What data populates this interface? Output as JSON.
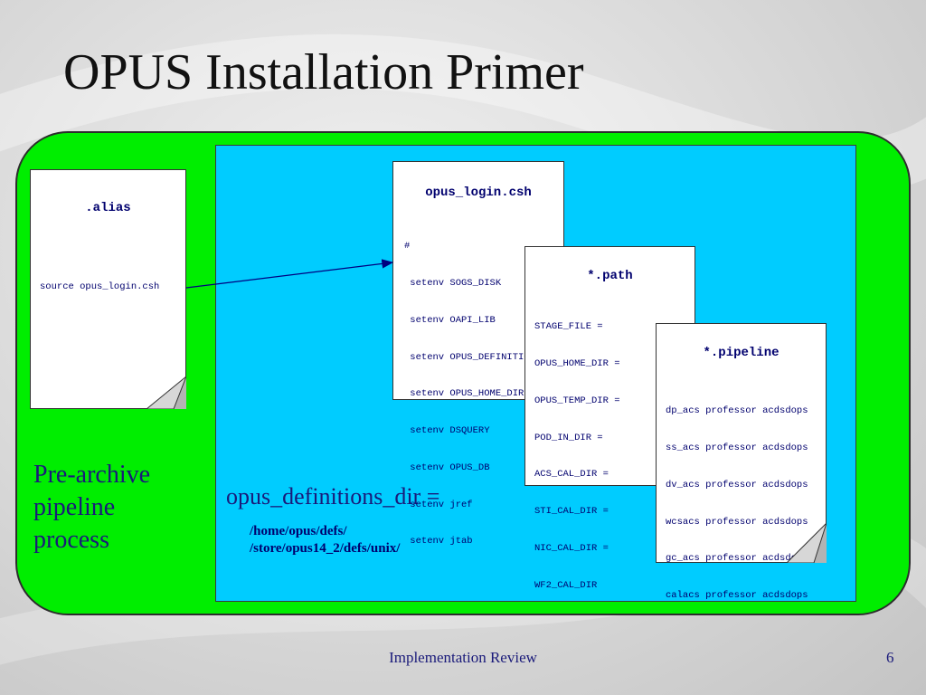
{
  "title": "OPUS Installation Primer",
  "side_label": [
    "Pre-archive",
    "pipeline",
    "process"
  ],
  "definitions_label": "opus_definitions_dir =",
  "definitions_paths": [
    "/home/opus/defs/",
    "/store/opus14_2/defs/unix/"
  ],
  "documents": {
    "alias": {
      "title": ".alias",
      "lines": [
        "source opus_login.csh"
      ]
    },
    "login": {
      "title": "opus_login.csh",
      "lines": [
        "#",
        " setenv SOGS_DISK",
        " setenv OAPI_LIB",
        " setenv OPUS_DEFINITIONS_DIR",
        " setenv OPUS_HOME_DIR",
        " setenv DSQUERY",
        " setenv OPUS_DB",
        " setenv jref",
        " setenv jtab"
      ]
    },
    "path": {
      "title": "*.path",
      "lines": [
        "STAGE_FILE =",
        "OPUS_HOME_DIR =",
        "OPUS_TEMP_DIR =",
        "POD_IN_DIR =",
        "ACS_CAL_DIR =",
        "STI_CAL_DIR =",
        "NIC_CAL_DIR =",
        "WF2_CAL_DIR"
      ]
    },
    "pipeline": {
      "title": "*.pipeline",
      "lines": [
        "dp_acs professor acdsdops",
        "ss_acs professor acdsdops",
        "dv_acs professor acdsdops",
        "wcsacs professor acdsdops",
        "gc_acs professor acdsdops",
        "calacs professor acdsdops"
      ]
    }
  },
  "footer": {
    "center": "Implementation Review",
    "page": "6"
  },
  "colors": {
    "green_panel": "#00ee00",
    "blue_panel": "#00ccff",
    "text_navy": "#00006e"
  }
}
